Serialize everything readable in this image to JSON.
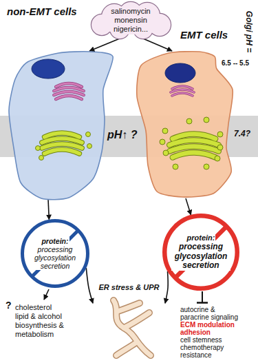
{
  "diagram": {
    "nodes": [
      {
        "text": [
          "salinomycin monensin nigericin..."
        ]
      },
      {
        "text": [
          "non-EMT cells"
        ]
      },
      {
        "text": [
          "EMT cells"
        ]
      },
      {
        "text": [
          "pH↑ ?"
        ]
      },
      {
        "text": [
          "protein:",
          "processing glycosylation secretion"
        ]
      },
      {
        "text": [
          "protein:",
          "processing glycosylation secretion"
        ]
      },
      {
        "text": [
          "ER stress & UPR"
        ]
      }
    ],
    "edges": [
      {
        "from": 0,
        "to": 1,
        "arrow": "to"
      },
      {
        "from": 0,
        "to": 2,
        "arrow": "to"
      },
      {
        "from": 1,
        "to": 4,
        "arrow": "to"
      },
      {
        "from": 2,
        "to": 5,
        "arrow": "to"
      },
      {
        "from": 4,
        "to": 6,
        "arrow": "to"
      },
      {
        "from": 5,
        "to": 6,
        "arrow": "to"
      }
    ],
    "labels": [
      "Golgi pH =",
      "6.5 -- 5.5",
      "7.4?",
      "?",
      "cholesterol lipid & alcohol biosynthesis & metabolism",
      "autocrine & paracrine signaling",
      "ECM modulation adhesion",
      "cell stemness",
      "chemotherapy resistance"
    ]
  }
}
